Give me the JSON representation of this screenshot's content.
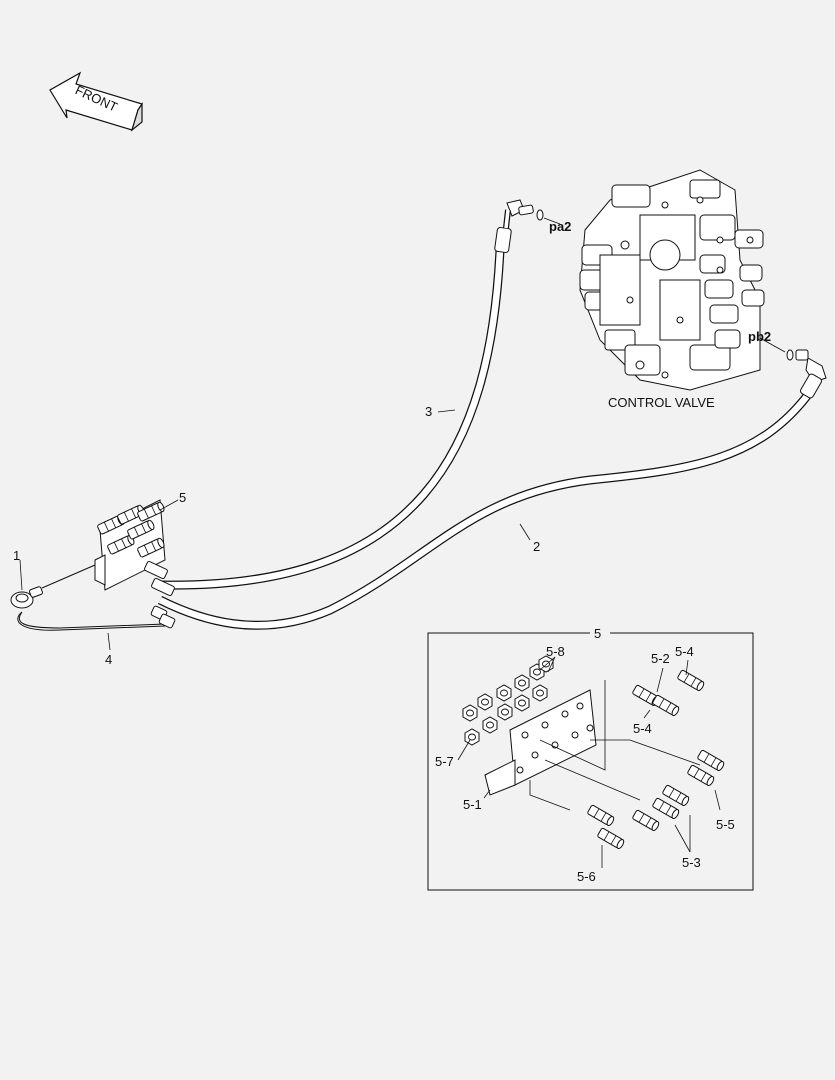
{
  "front_label": "FRONT",
  "control_valve_label": "CONTROL VALVE",
  "port_labels": {
    "pa2": "pa2",
    "pb2": "pb2"
  },
  "callouts": {
    "c1": "1",
    "c2": "2",
    "c3": "3",
    "c4": "4",
    "c5": "5",
    "detail": "5",
    "c5_1": "5-1",
    "c5_2": "5-2",
    "c5_3": "5-3",
    "c5_4a": "5-4",
    "c5_4b": "5-4",
    "c5_5": "5-5",
    "c5_6": "5-6",
    "c5_7": "5-7",
    "c5_8": "5-8"
  }
}
